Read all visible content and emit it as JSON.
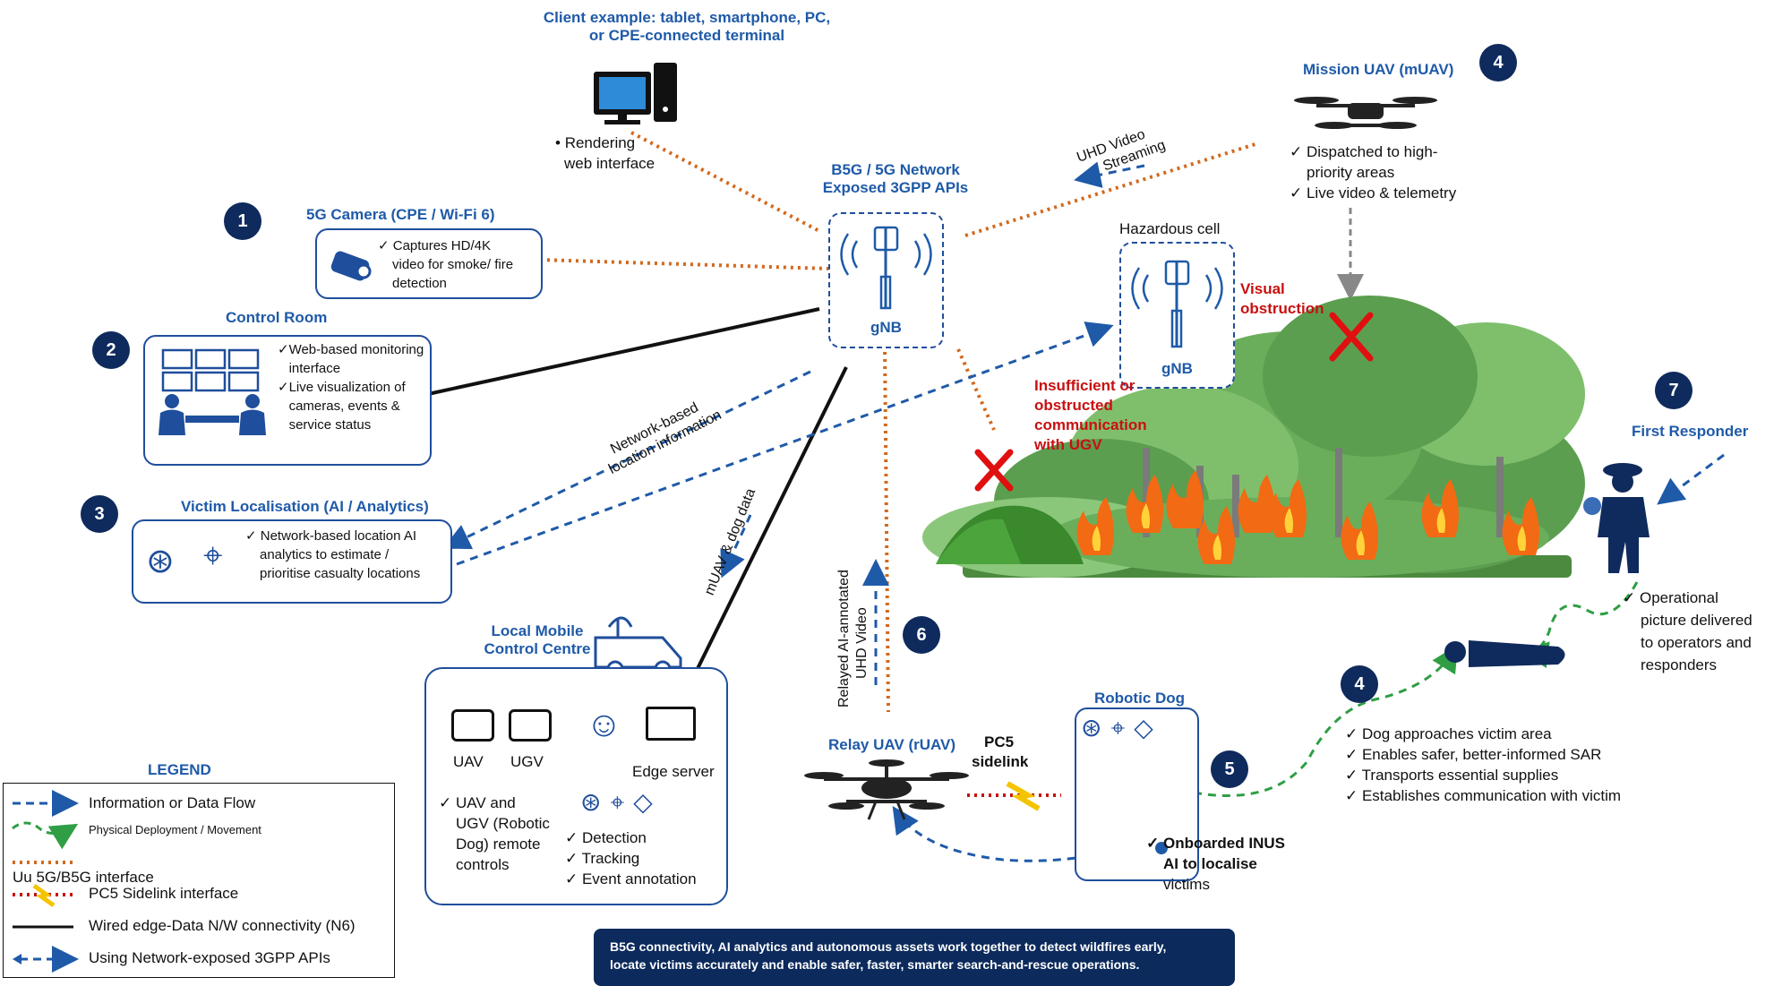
{
  "client": {
    "title_line1": "Client example: tablet, smartphone, PC,",
    "title_line2": "or CPE-connected terminal",
    "bullet_line1": "Rendering",
    "bullet_line2": "web interface"
  },
  "network": {
    "title_line1": "B5G / 5G Network",
    "title_line2": "Exposed 3GPP APIs",
    "gnb_label": "gNB"
  },
  "hazard": {
    "title": "Hazardous cell",
    "gnb_label": "gNB",
    "visual_line1": "Visual",
    "visual_line2": "obstruction",
    "insufficient_line1": "Insufficient  or",
    "insufficient_line2": "obstructed",
    "insufficient_line3": "communication",
    "insufficient_line4": "with UGV"
  },
  "camera": {
    "number": "1",
    "title": "5G Camera (CPE / Wi-Fi 6)",
    "text_line1": "Captures HD/4K",
    "text_line2": "video for smoke/ fire",
    "text_line3": "detection"
  },
  "control_room": {
    "number": "2",
    "title": "Control Room",
    "items": [
      "Web-based monitoring interface",
      "Live visualization of cameras, events & service status"
    ]
  },
  "victim": {
    "number": "3",
    "title": "Victim Localisation (AI / Analytics)",
    "text_line1": "Network-based location AI",
    "text_line2": "analytics to estimate /",
    "text_line3": "prioritise casualty locations"
  },
  "muav": {
    "number": "4",
    "title": "Mission UAV (mUAV)",
    "item1_line1": "Dispatched to  high-",
    "item1_line2": "priority areas",
    "item2": "Live video &   telemetry",
    "stream_line1": "UHD Video",
    "stream_line2": "Streaming"
  },
  "dog_task": {
    "number": "4",
    "items": [
      "Dog approaches victim area",
      "Enables safer, better-informed SAR",
      "Transports essential supplies",
      "Establishes communication with victim"
    ]
  },
  "robotic_dog": {
    "number": "5",
    "title": "Robotic Dog",
    "onboard_line1": "Onboarded INUS",
    "onboard_line2": "AI to localise",
    "onboard_line3": "victims"
  },
  "relay": {
    "number": "6",
    "title": "Relay UAV (rUAV)",
    "pc5_line1": "PC5",
    "pc5_line2": "sidelink",
    "video_line1": "Relayed AI-annotated",
    "video_line2": "UHD Video"
  },
  "responder": {
    "number": "7",
    "title": "First Responder",
    "text_line1": "Operational",
    "text_line2": "picture delivered",
    "text_line3": "to operators and",
    "text_line4": "responders"
  },
  "flow_labels": {
    "netloc_line1": "Network-based",
    "netloc_line2": "location information",
    "muav_dog_data": "mUAV & dog data"
  },
  "mobile_centre": {
    "title_line1": "Local Mobile",
    "title_line2": "Control Centre",
    "uav_label": "UAV",
    "ugv_label": "UGV",
    "edge_label": "Edge server",
    "controls_line1": "UAV and",
    "controls_line2": "UGV (Robotic",
    "controls_line3": "Dog) remote",
    "controls_line4": "controls",
    "functions": [
      "Detection",
      "Tracking",
      "Event annotation"
    ]
  },
  "legend": {
    "title": "LEGEND",
    "items": [
      "Information or Data Flow",
      "Physical Deployment / Movement",
      "Uu 5G/B5G interface",
      "PC5 Sidelink interface",
      "Wired edge-Data N/W connectivity (N6)",
      "Using Network-exposed 3GPP APIs"
    ]
  },
  "banner": {
    "line1": "B5G connectivity, AI analytics and autonomous assets work together to detect wildfires early,",
    "line2": "locate victims accurately and enable safer, faster, smarter search-and-rescue operations."
  },
  "colors": {
    "navy": "#0f2a5c",
    "blue": "#1f5aa8",
    "orange_dotted": "#d2691e",
    "red": "#c81010",
    "green": "#2f9e44",
    "forest": "#5c9e4f"
  }
}
